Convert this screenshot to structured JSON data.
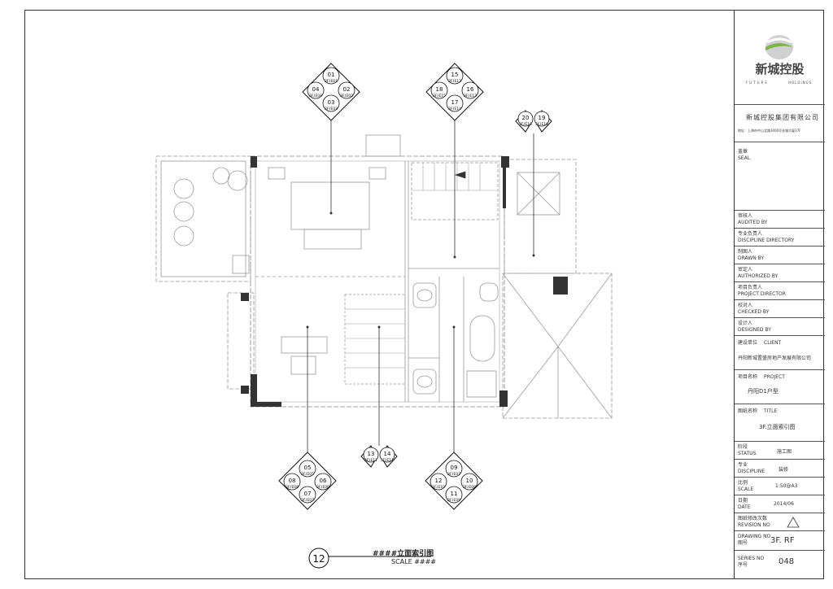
{
  "drawing": {
    "title": "####立面索引图",
    "scale": "SCALE ####",
    "number": "12"
  },
  "index_markers": {
    "top_left": {
      "ids": [
        "01",
        "04",
        "02",
        "03"
      ],
      "refs": [
        "3F.IE01",
        "3F.IE04",
        "3F.IE02",
        "3F.IE03"
      ]
    },
    "top_mid": {
      "ids": [
        "15",
        "18",
        "16",
        "17"
      ],
      "refs": [
        "3F.IE12",
        "3F.IE15",
        "3F.IE13",
        "3F.IE14"
      ]
    },
    "top_right": {
      "ids": [
        "20",
        "19"
      ],
      "refs": [
        "3F.IE16",
        "3F.IE16"
      ]
    },
    "bottom_left": {
      "ids": [
        "05",
        "08",
        "06",
        "07"
      ],
      "refs": [
        "3F.IE05",
        "3F.IE08",
        "3F.IE06",
        "3F.IE07"
      ]
    },
    "bottom_mid_small": {
      "ids": [
        "13",
        "14"
      ],
      "refs": [
        "3F.IE11",
        "3F.IE11"
      ]
    },
    "bottom_right": {
      "ids": [
        "09",
        "12",
        "10",
        "11"
      ],
      "refs": [
        "3F.IE07",
        "3F.IE10",
        "3F.IE08",
        "3F.IE09"
      ]
    }
  },
  "title_block": {
    "company_logo_name": "新城控股",
    "company_logo_sub_left": "FUTURE",
    "company_logo_sub_right": "HOLDINGS",
    "company_full": "新城控股集团有限公司",
    "address": "地址：上海市中山北路3000号长城大厦27F",
    "seal_label": "盖章",
    "seal_label_en": "SEAL",
    "checked_by": "审核人",
    "checked_by_en": "AUDITED BY",
    "discipline_director": "专业负责人",
    "discipline_director_en": "DISCIPLINE DIRECTORY",
    "drawn_by": "制图人",
    "drawn_by_en": "DRAWN BY",
    "approved_by": "审定人",
    "approved_by_en": "AUTHORIZED BY",
    "project_director": "项目负责人",
    "project_director_en": "PROJECT DIRECTOR",
    "checked": "校对人",
    "checked_en": "CHECKED BY",
    "designed": "设计人",
    "designed_en": "DESIGNED BY",
    "client_label": "建设单位",
    "client_label_en": "CLIENT",
    "client_value": "丹阳新城置盛房地产发展有限公司",
    "project_label": "项目名称",
    "project_label_en": "PROJECT",
    "project_value": "丹阳D1户型",
    "drawing_title_label": "图纸名称",
    "drawing_title_label_en": "TITLE",
    "drawing_title_value": "3F.立面索引图",
    "status_label": "阶段",
    "status_label_en": "STATUS",
    "status_value": "施工图",
    "discipline_label": "专业",
    "discipline_label_en": "DISCIPLINE",
    "discipline_value": "装修",
    "scale_label": "比例",
    "scale_label_en": "SCALE",
    "scale_value": "1:50@A3",
    "date_label": "日期",
    "date_label_en": "DATE",
    "date_value": "2014/06",
    "revision_label": "图纸修改次数",
    "revision_label_en": "REVISION NO",
    "drawing_no_label": "图号",
    "drawing_no_label_en": "DRAWING NO",
    "drawing_no_value": "3F. RF",
    "serial_label": "序号",
    "serial_label_en": "SERIES NO",
    "serial_value": "048"
  }
}
